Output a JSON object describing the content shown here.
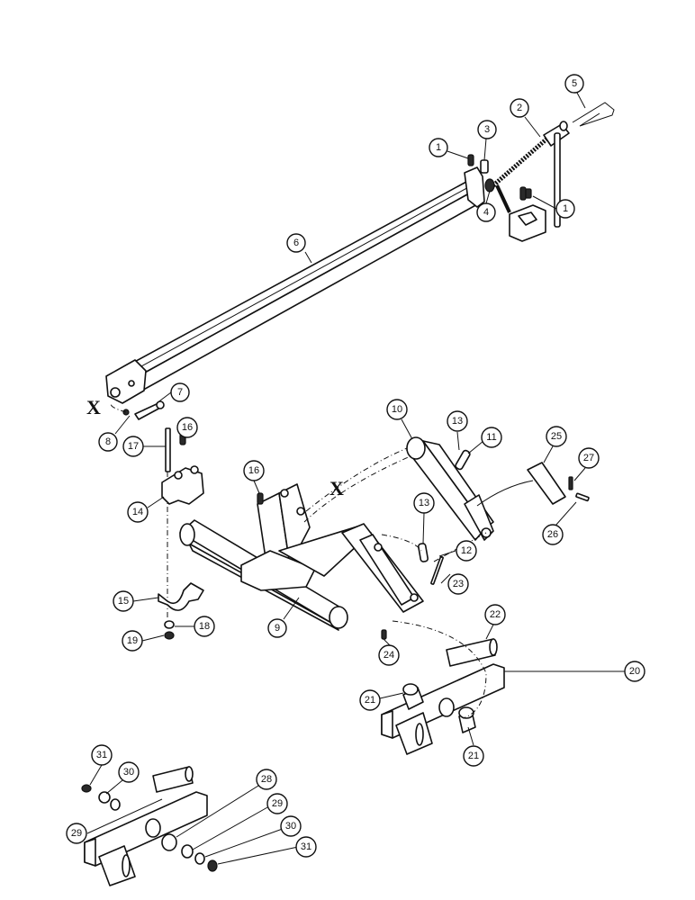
{
  "reference_marks": [
    "X",
    "X"
  ],
  "callouts": [
    "1",
    "3",
    "2",
    "5",
    "1",
    "4",
    "6",
    "7",
    "8",
    "16",
    "17",
    "14",
    "16",
    "10",
    "13",
    "11",
    "25",
    "27",
    "26",
    "13",
    "12",
    "23",
    "15",
    "18",
    "19",
    "9",
    "24",
    "22",
    "20",
    "21",
    "21",
    "31",
    "30",
    "29",
    "28",
    "29",
    "30",
    "31"
  ]
}
